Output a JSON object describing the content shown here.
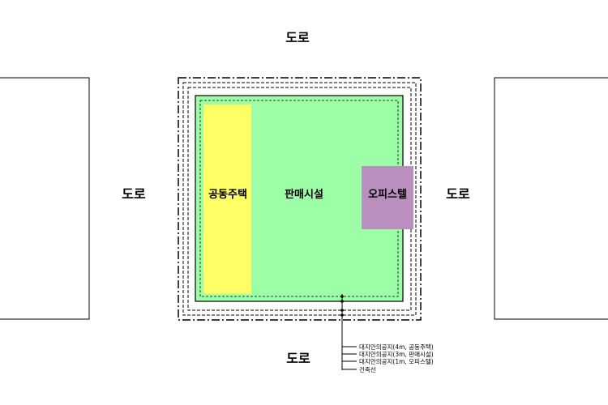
{
  "roads": {
    "top": "도로",
    "left": "도로",
    "right": "도로",
    "bottom": "도로"
  },
  "uses": {
    "housing": "공동주택",
    "retail": "판매시설",
    "officetel": "오피스텔"
  },
  "legend": {
    "line1": "대지안의공지(4m, 공동주택)",
    "line2": "대지안의공지(3m, 판매시설)",
    "line3": "대지안의공지(1m, 오피스텔)",
    "line4": "건축선"
  },
  "colors": {
    "retail_fill": "#9cffa8",
    "housing_fill": "#ffff66",
    "officetel_fill": "#bb8ec0",
    "line": "#000000"
  }
}
